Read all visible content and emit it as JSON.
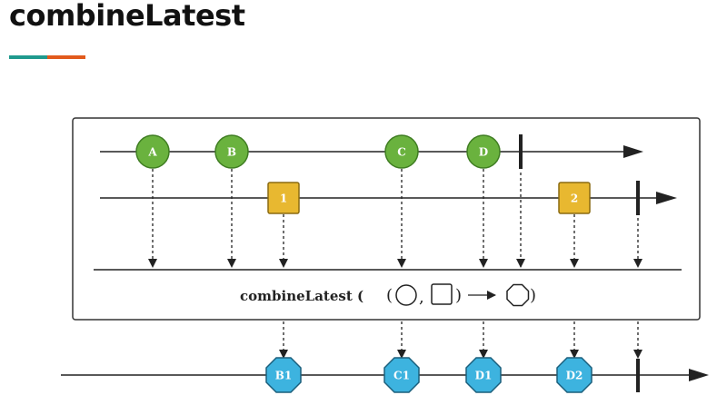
{
  "page": {
    "title": "combineLatest"
  },
  "colors": {
    "accent_teal": "#1f9a8e",
    "accent_orange": "#e25a1c",
    "green": "#6ab23e",
    "green_stroke": "#3f7d22",
    "yellow": "#e8b830",
    "yellow_stroke": "#8a6a10",
    "cyan": "#3db3df",
    "cyan_stroke": "#1b5f7c",
    "line": "#222222"
  },
  "diagram": {
    "input1_items": [
      {
        "label": "A"
      },
      {
        "label": "B"
      },
      {
        "label": "C"
      },
      {
        "label": "D"
      }
    ],
    "input2_items": [
      {
        "label": "1"
      },
      {
        "label": "2"
      }
    ],
    "operator": {
      "name": "combineLatest (",
      "open_paren": "(",
      "comma": ",",
      "close_paren": ")",
      "trailing_paren": ")"
    },
    "output_items": [
      {
        "label": "B1"
      },
      {
        "label": "C1"
      },
      {
        "label": "D1"
      },
      {
        "label": "D2"
      }
    ]
  }
}
